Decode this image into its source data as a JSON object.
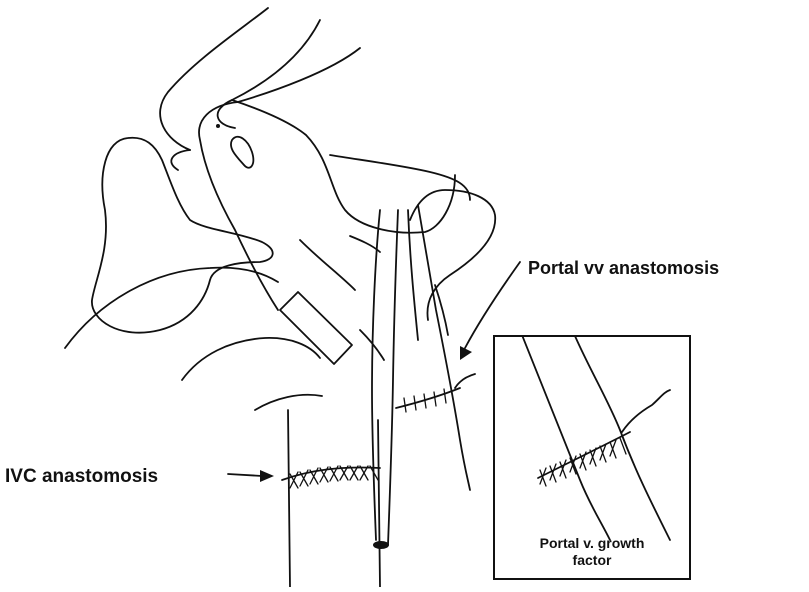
{
  "labels": {
    "portal_vv": "Portal vv anastomosis",
    "ivc": "IVC anastomosis",
    "inset_caption_line1": "Portal v. growth",
    "inset_caption_line2": "factor"
  },
  "colors": {
    "ink": "#111111",
    "background": "#ffffff"
  }
}
